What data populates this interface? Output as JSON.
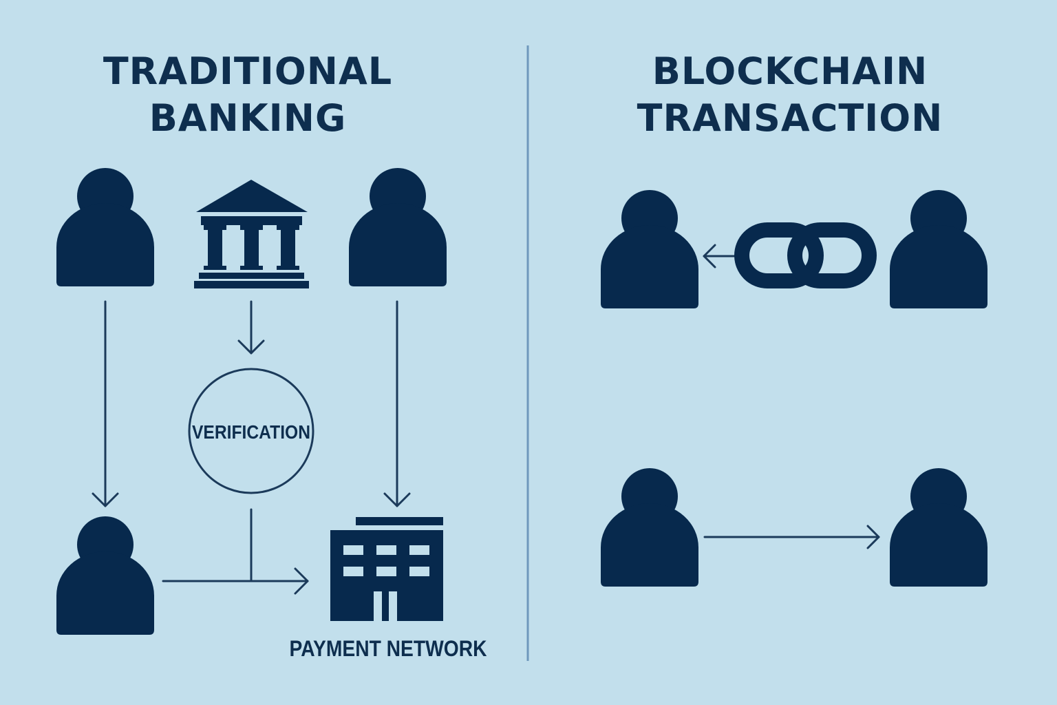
{
  "traditional": {
    "title_line1": "TRADITIONAL",
    "title_line2": "BANKING",
    "verification_label": "VERIFICATION",
    "payment_network_label": "PAYMENT NETWORK"
  },
  "blockchain": {
    "title_line1": "BLOCKCHAIN",
    "title_line2": "TRANSACTION"
  },
  "colors": {
    "background": "#c2dfec",
    "icon": "#07294d",
    "line": "#1b3a5a",
    "divider": "#6f98bc"
  }
}
